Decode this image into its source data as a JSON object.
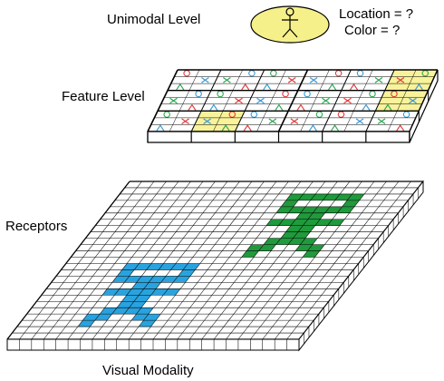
{
  "labels": {
    "unimodal": "Unimodal Level",
    "location": "Location = ?",
    "color": "Color = ?",
    "feature": "Feature Level",
    "receptors": "Receptors",
    "visual": "Visual Modality"
  },
  "colors": {
    "unimodal_fill": "#f5f08a",
    "highlight_fill": "#f8f29a",
    "receptor_blue": "#29a3df",
    "receptor_green": "#1f9a3c",
    "feature_red": "#e03b3b",
    "feature_blue": "#3a9ad6",
    "feature_green": "#2ea852",
    "line": "#000000"
  },
  "icons": {
    "unimodal": "stick-figure-icon",
    "feature_symbols": [
      "circle-icon",
      "x-cross-icon",
      "caret-up-icon"
    ]
  },
  "feature_grid": {
    "rows": 3,
    "cols": 6,
    "highlighted_cells": [
      [
        0,
        5
      ],
      [
        1,
        5
      ],
      [
        2,
        1
      ]
    ]
  },
  "receptor_grid": {
    "rows": 25,
    "cols": 24,
    "blue_figure_cells": [
      [
        13,
        5
      ],
      [
        13,
        6
      ],
      [
        13,
        7
      ],
      [
        13,
        8
      ],
      [
        13,
        9
      ],
      [
        13,
        10
      ],
      [
        14,
        5
      ],
      [
        14,
        10
      ],
      [
        15,
        5
      ],
      [
        15,
        6
      ],
      [
        15,
        7
      ],
      [
        15,
        8
      ],
      [
        15,
        9
      ],
      [
        15,
        10
      ],
      [
        16,
        7
      ],
      [
        16,
        8
      ],
      [
        17,
        5
      ],
      [
        17,
        6
      ],
      [
        17,
        7
      ],
      [
        17,
        8
      ],
      [
        17,
        9
      ],
      [
        17,
        10
      ],
      [
        18,
        7
      ],
      [
        18,
        8
      ],
      [
        19,
        7
      ],
      [
        19,
        8
      ],
      [
        20,
        6
      ],
      [
        20,
        7
      ],
      [
        20,
        8
      ],
      [
        20,
        9
      ],
      [
        21,
        5
      ],
      [
        21,
        6
      ],
      [
        21,
        9
      ],
      [
        21,
        10
      ],
      [
        22,
        5
      ],
      [
        22,
        10
      ]
    ],
    "green_figure_cells": [
      [
        2,
        14
      ],
      [
        2,
        15
      ],
      [
        2,
        16
      ],
      [
        2,
        17
      ],
      [
        2,
        18
      ],
      [
        2,
        19
      ],
      [
        3,
        14
      ],
      [
        3,
        19
      ],
      [
        4,
        14
      ],
      [
        4,
        15
      ],
      [
        4,
        16
      ],
      [
        4,
        17
      ],
      [
        4,
        18
      ],
      [
        4,
        19
      ],
      [
        5,
        16
      ],
      [
        5,
        17
      ],
      [
        6,
        14
      ],
      [
        6,
        15
      ],
      [
        6,
        16
      ],
      [
        6,
        17
      ],
      [
        6,
        18
      ],
      [
        6,
        19
      ],
      [
        7,
        16
      ],
      [
        7,
        17
      ],
      [
        8,
        16
      ],
      [
        8,
        17
      ],
      [
        9,
        15
      ],
      [
        9,
        16
      ],
      [
        9,
        17
      ],
      [
        9,
        18
      ],
      [
        10,
        14
      ],
      [
        10,
        15
      ],
      [
        10,
        18
      ],
      [
        10,
        19
      ],
      [
        11,
        14
      ],
      [
        11,
        19
      ]
    ]
  }
}
